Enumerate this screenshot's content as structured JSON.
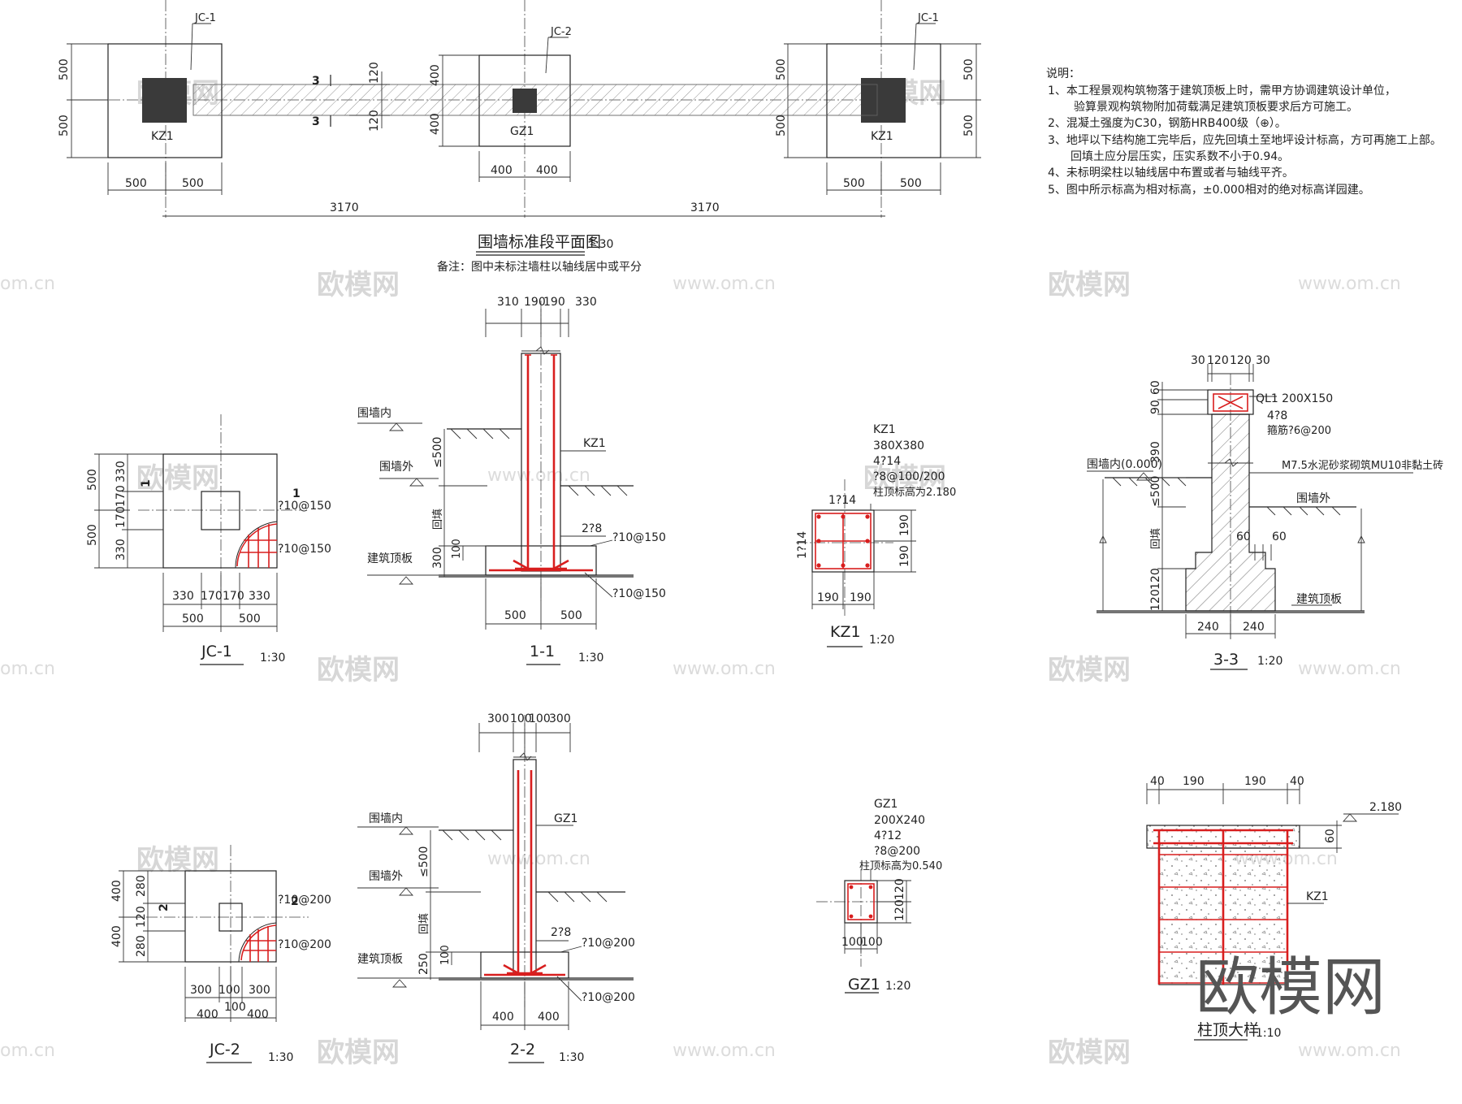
{
  "plan": {
    "title": "围墙标准段平面图",
    "scale": "1:30",
    "note": "备注：图中未标注墙柱以轴线居中或平分",
    "labels": {
      "jc1": "JC-1",
      "jc2": "JC-2",
      "kz1": "KZ1",
      "gz1": "GZ1",
      "section3": "3"
    },
    "dims": {
      "d500": "500",
      "d400": "400",
      "d120": "120",
      "d3170": "3170"
    }
  },
  "notes": {
    "title": "说明：",
    "lines": [
      "1、本工程景观构筑物落于建筑顶板上时，需甲方协调建筑设计单位，",
      "验算景观构筑物附加荷载满足建筑顶板要求后方可施工。",
      "2、混凝土强度为C30，钢筋HRB400级（⊕）。",
      "3、地坪以下结构施工完毕后，应先回填土至地坪设计标高，方可再施工上部。",
      "回填土应分层压实，压实系数不小于0.94。",
      "4、未标明梁柱以轴线居中布置或者与轴线平齐。",
      "5、图中所示标高为相对标高，±0.000相对的绝对标高详园建。"
    ]
  },
  "jc1": {
    "title": "JC-1",
    "scale": "1:30",
    "dims": {
      "d500": "500",
      "d330": "330",
      "d170": "170"
    },
    "rebar": "?10@150",
    "cut": "1"
  },
  "s11": {
    "title": "1-1",
    "scale": "1:30",
    "top_dims": [
      "310",
      "190",
      "190",
      "330"
    ],
    "labels": {
      "inner": "围墙内",
      "outer": "围墙外",
      "h500": "≤500",
      "fill": "回填",
      "slab": "建筑顶板",
      "kz1": "KZ1"
    },
    "rebar": {
      "r8": "2?8",
      "r10": "?10@150"
    },
    "dims": {
      "d100": "100",
      "d300": "300",
      "d500": "500"
    }
  },
  "kz1": {
    "title": "KZ1",
    "scale": "1:20",
    "spec": [
      "KZ1",
      "380X380",
      "4?14",
      "?8@100/200",
      "柱顶标高为2.180"
    ],
    "bar": "1?14",
    "d190": "190"
  },
  "s33": {
    "title": "3-3",
    "scale": "1:20",
    "top_dims": [
      "30",
      "120",
      "120",
      "30"
    ],
    "ql": [
      "QL1 200X150",
      "4?8",
      "箍筋?6@200"
    ],
    "wall": "M7.5水泥砂浆砌筑MU10非黏土砖",
    "labels": {
      "inner": "围墙内(0.000)",
      "outer": "围墙外",
      "h500": "≤500",
      "fill": "回填",
      "slab": "建筑顶板"
    },
    "dims": {
      "d60": "60",
      "d90": "90",
      "d390": "390",
      "d120": "120",
      "d240": "240"
    }
  },
  "jc2": {
    "title": "JC-2",
    "scale": "1:30",
    "dims": {
      "d400": "400",
      "d280": "280",
      "d120": "120",
      "d300": "300",
      "d100": "100"
    },
    "rebar": "?10@200",
    "cut": "2"
  },
  "s22": {
    "title": "2-2",
    "scale": "1:30",
    "top_dims": [
      "300",
      "100",
      "100",
      "300"
    ],
    "labels": {
      "inner": "围墙内",
      "outer": "围墙外",
      "h500": "≤500",
      "fill": "回填",
      "slab": "建筑顶板",
      "gz1": "GZ1"
    },
    "rebar": {
      "r8": "2?8",
      "r10": "?10@200"
    },
    "dims": {
      "d100": "100",
      "d250": "250",
      "d400": "400"
    }
  },
  "gz1": {
    "title": "GZ1",
    "scale": "1:20",
    "spec": [
      "GZ1",
      "200X240",
      "4?12",
      "?8@200",
      "柱顶标高为0.540"
    ],
    "d120": "120",
    "d100": "100"
  },
  "cap": {
    "title": "柱顶大样",
    "scale": "1:10",
    "top_dims": [
      "40",
      "190",
      "190",
      "40"
    ],
    "elev": "2.180",
    "d60": "60",
    "kz1": "KZ1"
  },
  "watermark": {
    "brand": "欧模网",
    "url": "www.om.cn",
    "cn": "om.cn"
  },
  "colors": {
    "line": "#222222",
    "rebar": "#d81e1e",
    "column": "#3a3a3a",
    "watermark": "#d7d7d7"
  }
}
